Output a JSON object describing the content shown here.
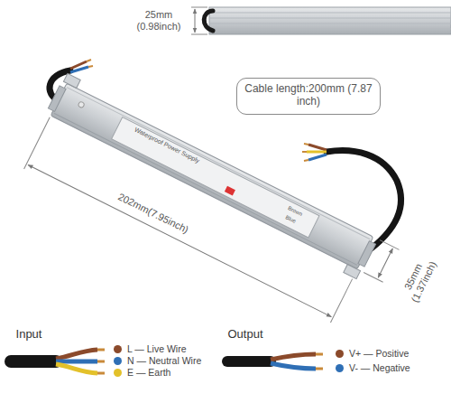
{
  "diagram": {
    "nodes": [
      {
        "text": [
          "Cable length:200mm (7.87 inch)"
        ]
      }
    ],
    "labels": [
      "25mm (0.98inch)",
      "202mm(7.95inch)",
      "35mm (1.37inch)",
      "Waterproof Power Supply",
      "Brown",
      "Blue",
      "Input",
      "Output"
    ],
    "legend": [
      {
        "text": "L — Live Wire",
        "color": "#8b4a2b"
      },
      {
        "text": "N — Neutral Wire",
        "color": "#2f6fb5"
      },
      {
        "text": "E — Earth",
        "color": "#e3c12a"
      },
      {
        "text": "V+ — Positive",
        "color": "#8b4a2b"
      },
      {
        "text": "V- — Negative",
        "color": "#2f6fb5"
      }
    ]
  }
}
